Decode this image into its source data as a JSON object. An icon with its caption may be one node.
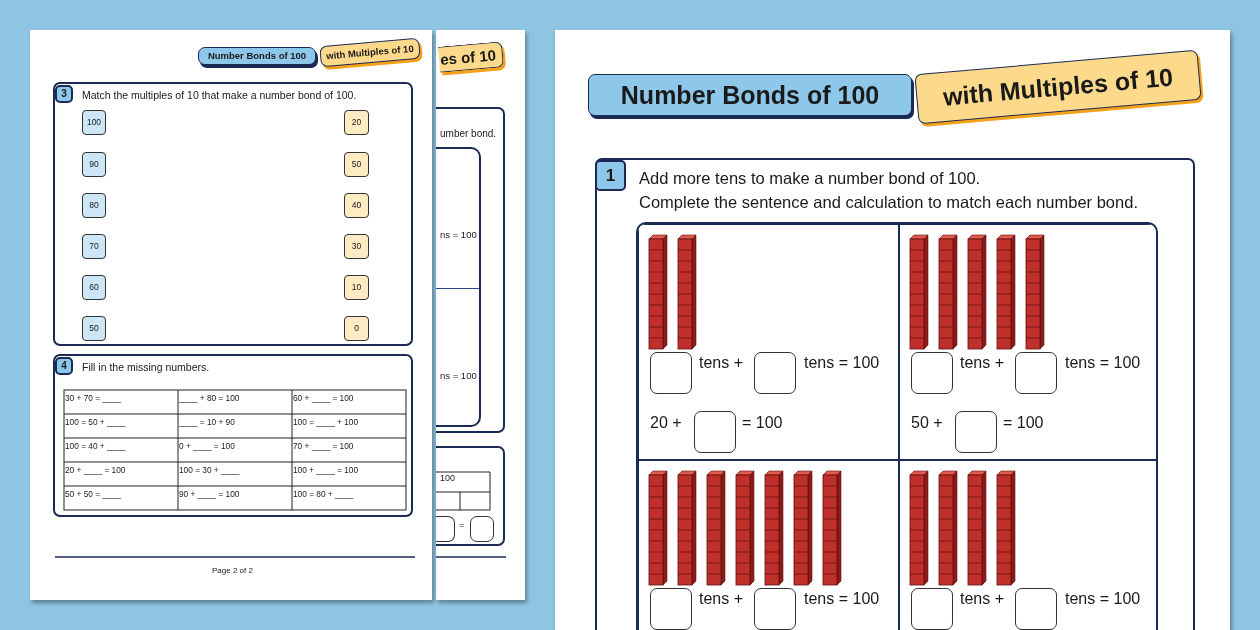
{
  "diagram": {
    "nodes": [
      {
        "text": [],
        "shape": "box"
      },
      {
        "text": [
          "Number Bonds of 100"
        ],
        "in": 0
      },
      {
        "text": [
          "with Multiples of 10"
        ],
        "in": 0
      },
      {
        "text": [
          "Match the multiples of 10 that make a number bond of 100."
        ],
        "in": 0
      },
      {
        "text": [
          "3"
        ],
        "in": 3
      },
      {
        "text": [
          "100"
        ],
        "in": 3
      },
      {
        "text": [
          "90"
        ],
        "in": 3
      },
      {
        "text": [
          "80"
        ],
        "in": 3
      },
      {
        "text": [
          "70"
        ],
        "in": 3
      },
      {
        "text": [
          "60"
        ],
        "in": 3
      },
      {
        "text": [
          "50"
        ],
        "in": 3
      },
      {
        "text": [
          "20"
        ],
        "in": 3
      },
      {
        "text": [
          "50"
        ],
        "in": 3
      },
      {
        "text": [
          "40"
        ],
        "in": 3
      },
      {
        "text": [
          "30"
        ],
        "in": 3
      },
      {
        "text": [
          "10"
        ],
        "in": 3
      },
      {
        "text": [
          "0"
        ],
        "in": 3
      },
      {
        "text": [
          "Fill in the missing numbers."
        ],
        "in": 0
      },
      {
        "text": [
          "4"
        ],
        "in": 17
      },
      {
        "text": [],
        "shape": "box"
      },
      {
        "text": [
          "es of 10"
        ],
        "in": 19
      },
      {
        "text": [
          "umber bond."
        ],
        "in": 19
      },
      {
        "text": [],
        "shape": "box",
        "in": 21
      },
      {
        "text": [
          "ns = 100"
        ],
        "in": 22
      },
      {
        "text": [
          "ns = 100"
        ],
        "in": 22
      },
      {
        "text": [],
        "shape": "box",
        "in": 19
      },
      {
        "text": [],
        "shape": "box"
      },
      {
        "text": [
          "Number Bonds of 100"
        ],
        "in": 26
      },
      {
        "text": [
          "with Multiples of 10"
        ],
        "in": 26
      },
      {
        "text": [
          "Add more tens to make a number bond of 100.",
          "Complete the sentence and calculation to match each number bond."
        ],
        "in": 26
      },
      {
        "text": [
          "1"
        ],
        "in": 29
      },
      {
        "text": [],
        "shape": "box",
        "in": 29
      },
      {
        "text": [
          "tens +",
          "tens = 100",
          "20 +",
          "= 100"
        ],
        "in": 31
      },
      {
        "text": [
          "tens +",
          "tens = 100",
          "50 +",
          "= 100"
        ],
        "in": 31
      },
      {
        "text": [
          "tens +",
          "tens = 100"
        ],
        "in": 31
      },
      {
        "text": [
          "tens +",
          "tens = 100"
        ],
        "in": 31
      }
    ],
    "labels": [
      "30 + 70 = ____",
      "____ + 80 = 100",
      "60 + ____ = 100",
      "100 = 50 + ____",
      "____ = 10 + 90",
      "100 = ____ + 100",
      "100 = 40 + ____",
      "0 + ____ = 100",
      "70 + ____ = 100",
      "20 + ____ = 100",
      "100 = 30 + ____",
      "100 + ____ = 100",
      "50 + 50 = ____",
      "90 + ____ = 100",
      "100 = 80 + ____",
      "Page 2 of 2",
      "100",
      "="
    ]
  }
}
